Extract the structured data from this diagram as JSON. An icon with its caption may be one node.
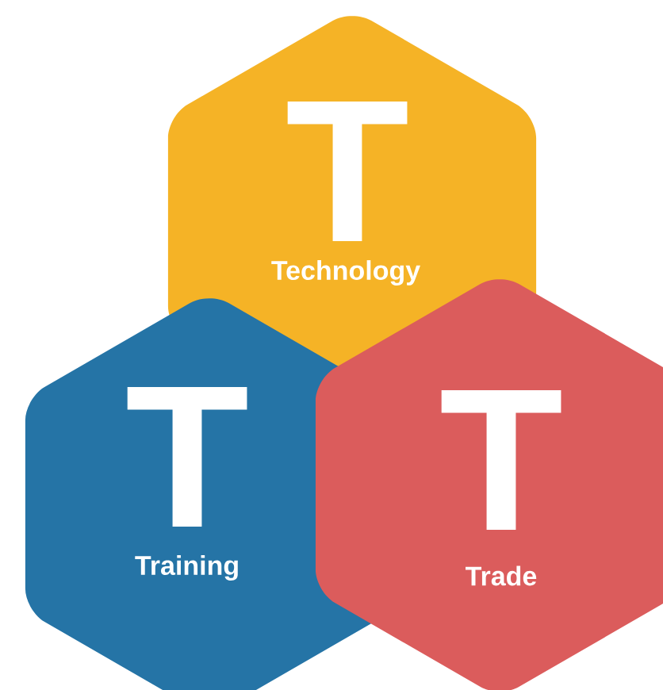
{
  "diagram": {
    "nodes": [
      {
        "text": [
          "T",
          "Technology"
        ]
      },
      {
        "text": [
          "T",
          "Training"
        ]
      },
      {
        "text": [
          "T",
          "Trade"
        ]
      }
    ]
  }
}
